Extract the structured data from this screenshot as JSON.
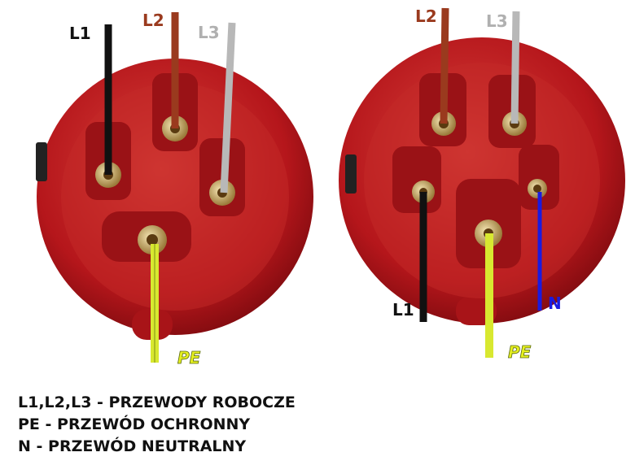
{
  "left_plug": {
    "labels": {
      "l1": "L1",
      "l2": "L2",
      "l3": "L3",
      "pe": "PE"
    }
  },
  "right_plug": {
    "labels": {
      "l1": "L1",
      "l2": "L2",
      "l3": "L3",
      "pe": "PE",
      "n": "N"
    }
  },
  "colors": {
    "l1": "#111111",
    "l2": "#9a3a1e",
    "l3": "#b8b8b8",
    "pe": "#d8e830",
    "n": "#1a1ae0",
    "housing": "#b5161b"
  },
  "legend": [
    "L1,L2,L3 - PRZEWODY ROBOCZE",
    "PE - PRZEWÓD OCHRONNY",
    "N - PRZEWÓD NEUTRALNY"
  ]
}
